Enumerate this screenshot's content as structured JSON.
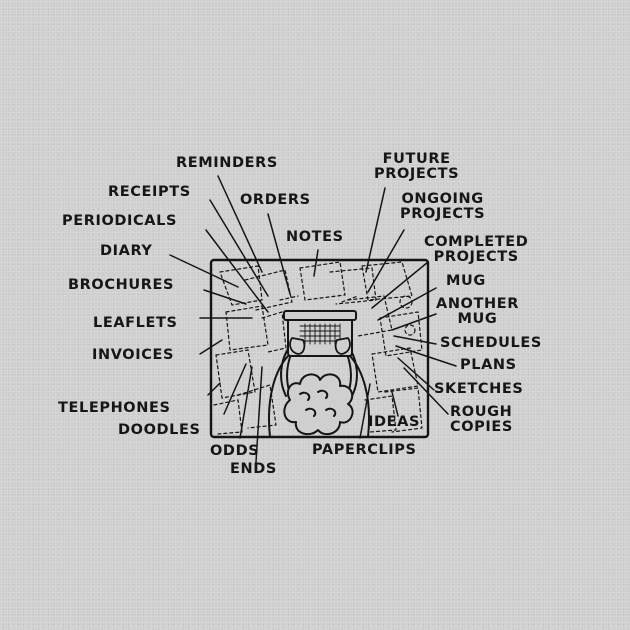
{
  "labels": {
    "reminders": "REMINDERS",
    "receipts": "RECEIPTS",
    "orders": "ORDERS",
    "periodicals": "PERIODICALS",
    "notes": "NOTES",
    "diary": "DIARY",
    "brochures": "BROCHURES",
    "leaflets": "LEAFLETS",
    "invoices": "INVOICES",
    "telephones": "TELEPHONES",
    "doodles": "DOODLES",
    "odds": "ODDS",
    "ends": "ENDS",
    "paperclips": "PAPERCLIPS",
    "ideas": "IDEAS",
    "future_projects_1": "FUTURE",
    "future_projects_2": "PROJECTS",
    "ongoing_projects_1": "ONGOING",
    "ongoing_projects_2": "PROJECTS",
    "completed_projects_1": "COMPLETED",
    "completed_projects_2": "PROJECTS",
    "mug": "MUG",
    "another_mug_1": "ANOTHER",
    "another_mug_2": "MUG",
    "schedules": "SCHEDULES",
    "plans": "PLANS",
    "sketches": "SKETCHES",
    "rough_copies_1": "ROUGH",
    "rough_copies_2": "COPIES"
  }
}
